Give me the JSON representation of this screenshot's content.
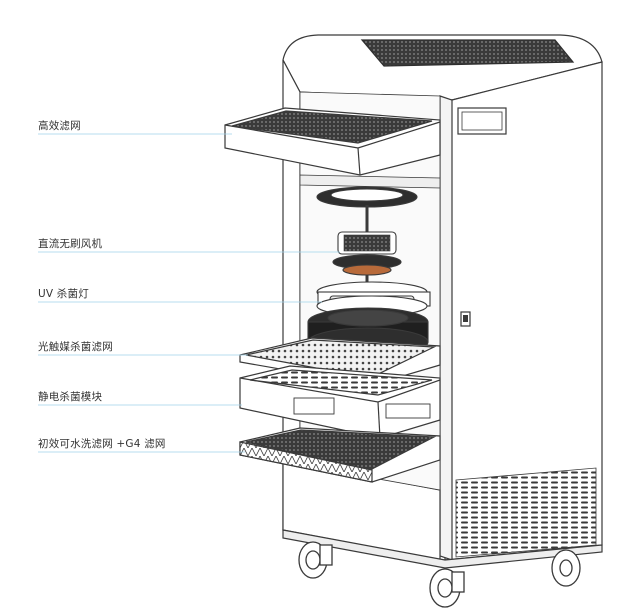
{
  "labels": [
    {
      "id": "hepa",
      "text": "高效滤网"
    },
    {
      "id": "fan",
      "text": "直流无刷风机"
    },
    {
      "id": "uv",
      "text": "UV 杀菌灯"
    },
    {
      "id": "photocatalyst",
      "text": "光触媒杀菌滤网"
    },
    {
      "id": "electrostatic",
      "text": "静电杀菌模块"
    },
    {
      "id": "prefilter",
      "text": "初效可水洗滤网 +G4 滤网"
    }
  ],
  "colors": {
    "outline": "#3a3a3a",
    "leader": "#9fd3ea",
    "mesh": "#2e2e2e",
    "fill": "#ffffff",
    "shade": "#eeeeee",
    "fan_accent": "#b86a3a"
  }
}
